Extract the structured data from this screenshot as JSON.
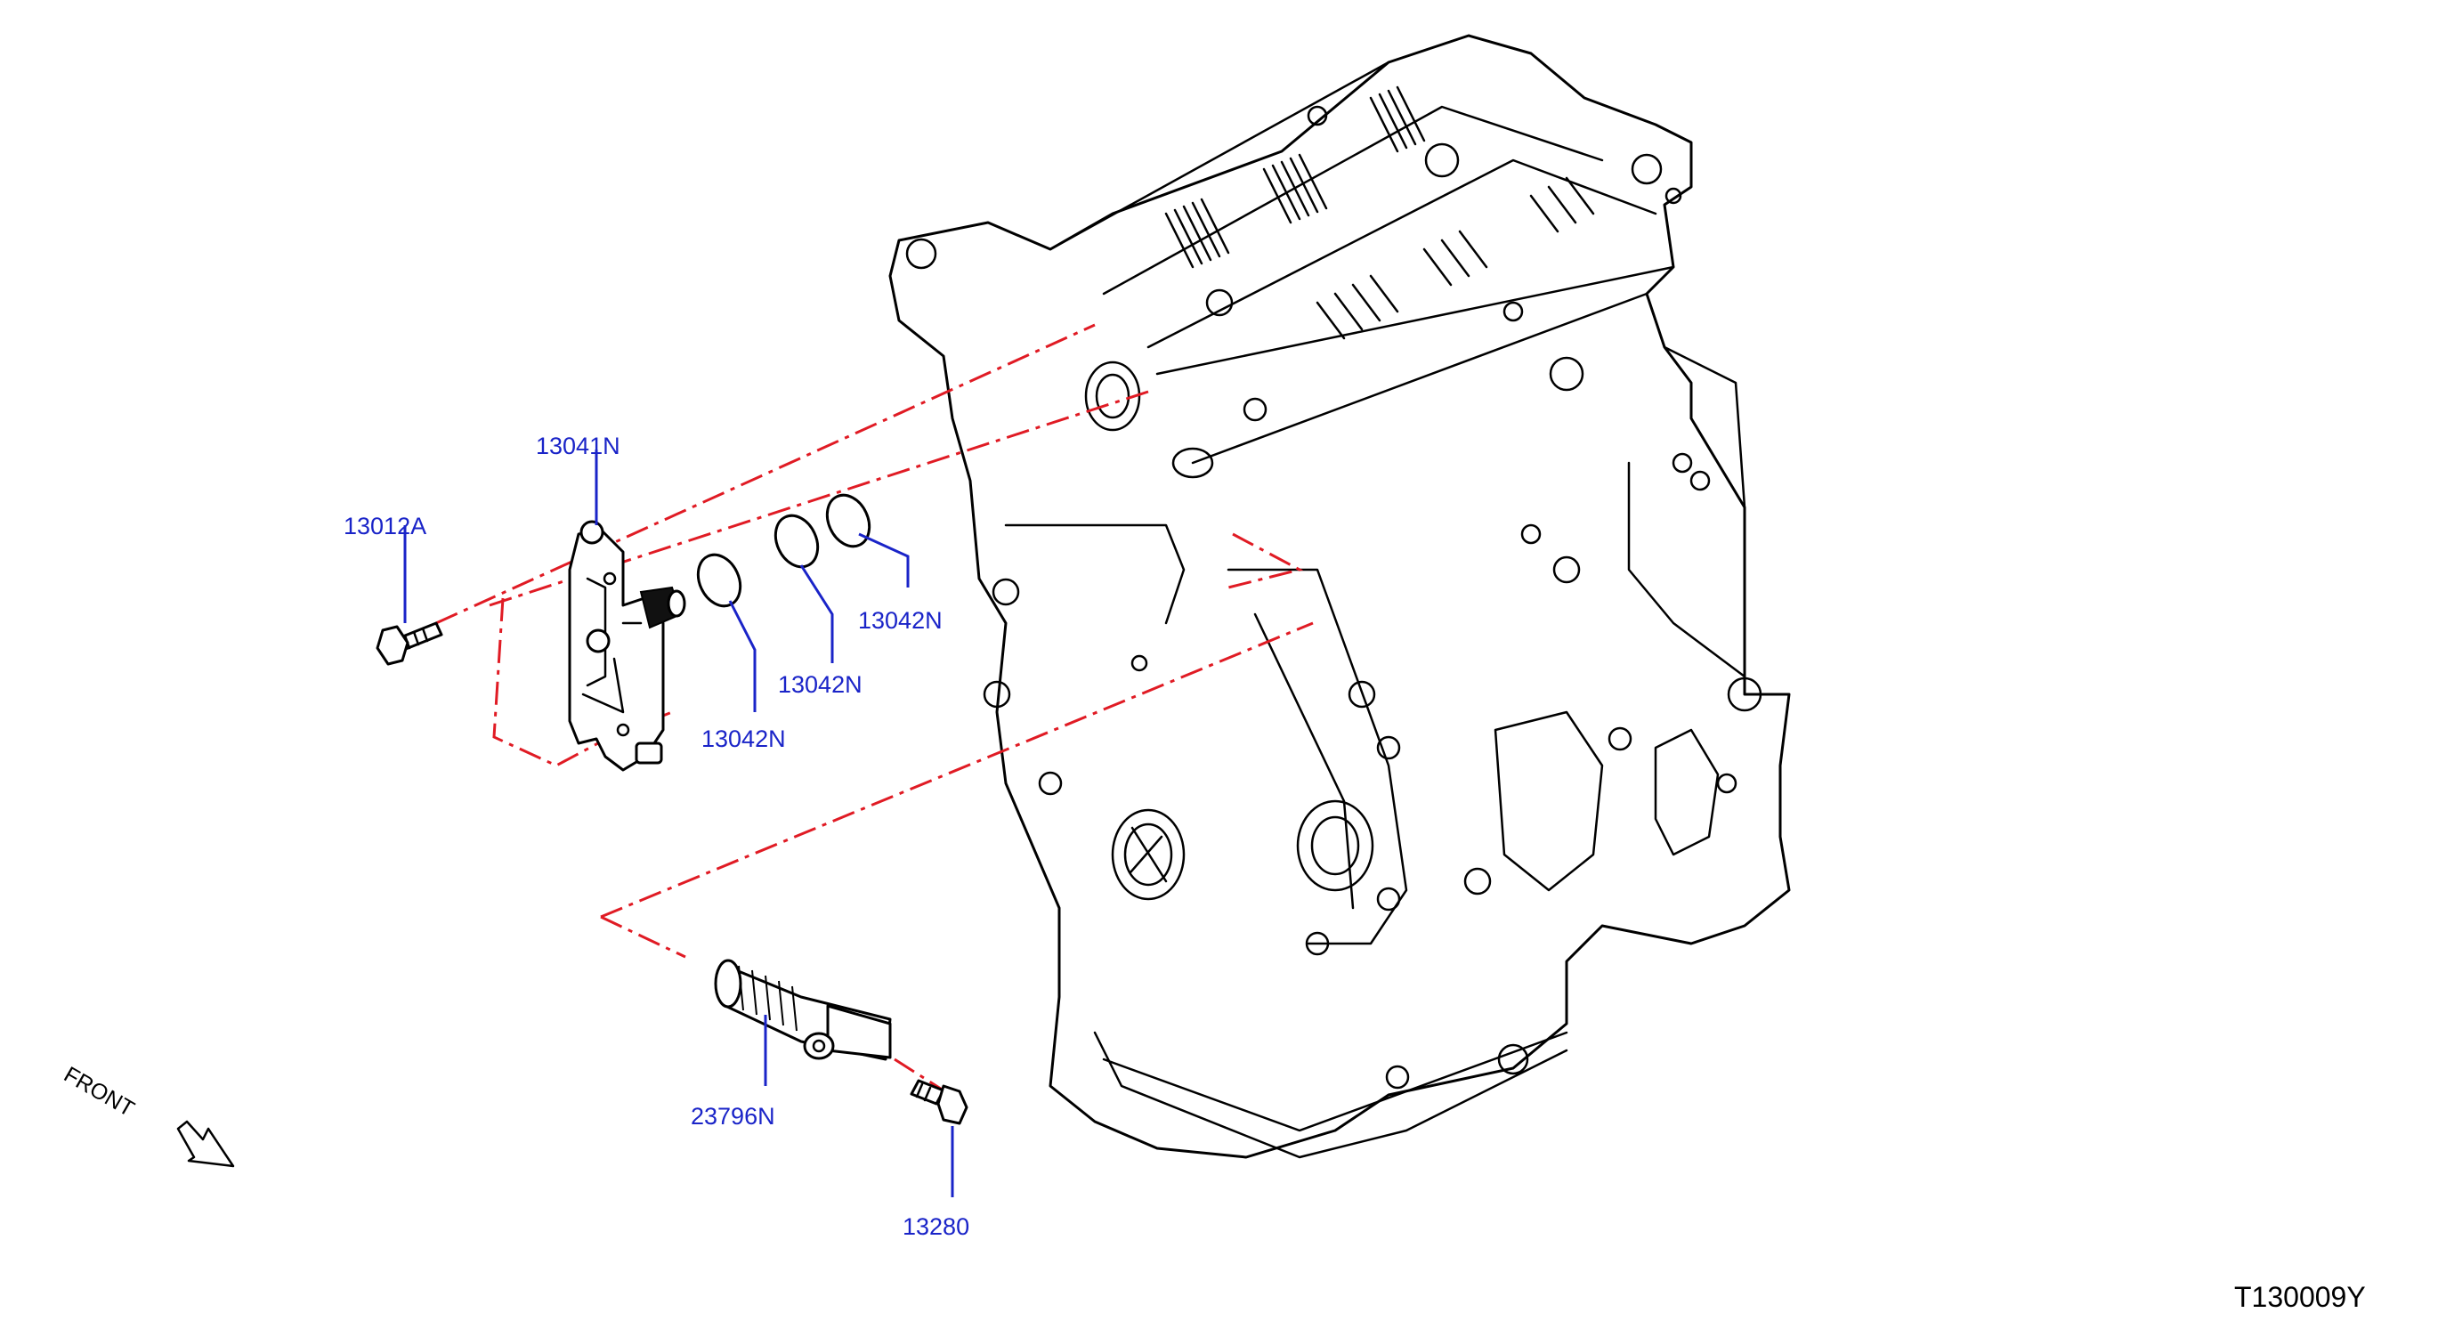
{
  "labels": {
    "p13041N": "13041N",
    "p13012A": "13012A",
    "p13042N_a": "13042N",
    "p13042N_b": "13042N",
    "p13042N_c": "13042N",
    "p23796N": "23796N",
    "p13280": "13280"
  },
  "front_label": "FRONT",
  "figure_code": "T130009Y",
  "colors": {
    "callout": "#1a24c8",
    "dash_line": "#e01b24",
    "line_art": "#000000"
  }
}
